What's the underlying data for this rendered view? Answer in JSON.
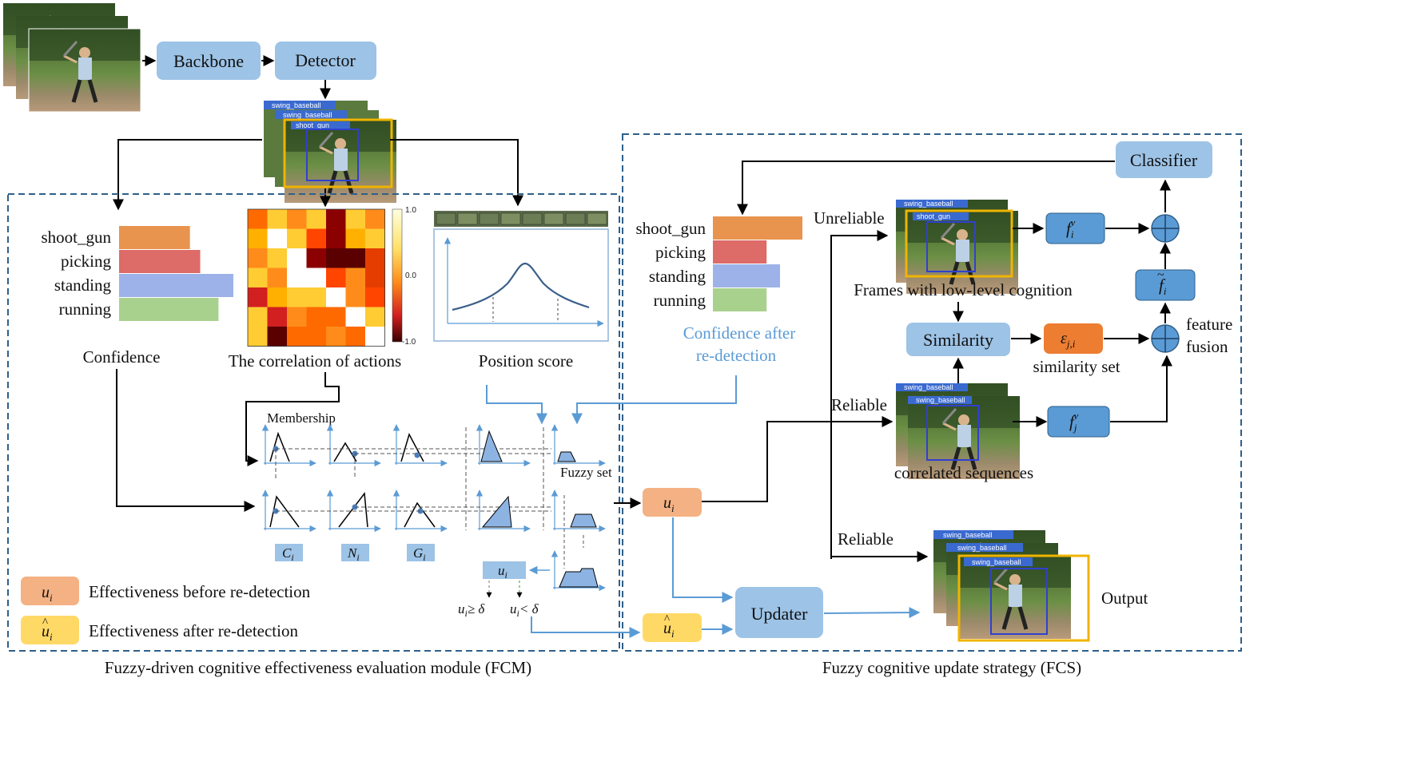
{
  "boxes": {
    "backbone": "Backbone",
    "detector": "Detector",
    "classifier": "Classifier",
    "similarity": "Similarity",
    "updater": "Updater"
  },
  "frame_tags": {
    "swing": "swing_baseball",
    "shoot": "shoot_gun"
  },
  "confidence": {
    "labels": [
      "shoot_gun",
      "picking",
      "standing",
      "running"
    ],
    "values": [
      0.62,
      0.71,
      1.0,
      0.87
    ],
    "colors": [
      "#e8934e",
      "#dd6b68",
      "#9db2e8",
      "#a9d18e"
    ],
    "caption": "Confidence"
  },
  "correlation": {
    "caption": "The correlation of actions",
    "scale_max": "1.0",
    "scale_mid": "0.0",
    "scale_min": "-1.0"
  },
  "position": {
    "caption": "Position score"
  },
  "fuzzy": {
    "membership": "Membership",
    "fuzzy_set": "Fuzzy set",
    "c": "C",
    "n": "N",
    "g": "G",
    "sub_i": "i",
    "u": "u",
    "ge_delta": "≥ δ",
    "lt_delta": "< δ"
  },
  "legend": {
    "before": "Effectiveness before  re-detection",
    "after": "Effectiveness after  re-detection"
  },
  "module_titles": {
    "fcm": "Fuzzy-driven cognitive effectiveness evaluation module (FCM)",
    "fcs": "Fuzzy cognitive update strategy (FCS)"
  },
  "fcs": {
    "conf_labels": [
      "shoot_gun",
      "picking",
      "standing",
      "running"
    ],
    "conf_values": [
      1.0,
      0.6,
      0.75,
      0.6
    ],
    "conf_colors": [
      "#e8934e",
      "#dd6b68",
      "#9db2e8",
      "#a9d18e"
    ],
    "conf_after_1": "Confidence after",
    "conf_after_2": "re-detection",
    "unreliable": "Unreliable",
    "reliable_1": "Reliable",
    "reliable_2": "Reliable",
    "frames_low": "Frames with low-level cognition",
    "correlated": "correlated sequences",
    "similarity_set": "similarity set",
    "feature_1": "feature",
    "feature_2": "fusion",
    "output": "Output",
    "f_sym": "f",
    "sup_v": "v",
    "sub_i": "i",
    "sub_j": "j",
    "eps": "ε",
    "sub_ji": "j,i"
  },
  "colors": {
    "light_blue_box": "#9dc3e6",
    "mid_blue_box": "#5b9bd5",
    "orange_box": "#ed7d31",
    "peach_box": "#f4b183",
    "yellow_box": "#ffd966",
    "dashed_border": "#2e5f8a",
    "arrow_blue": "#5b9bd5"
  },
  "icons": [
    "plus-circle-icon"
  ]
}
